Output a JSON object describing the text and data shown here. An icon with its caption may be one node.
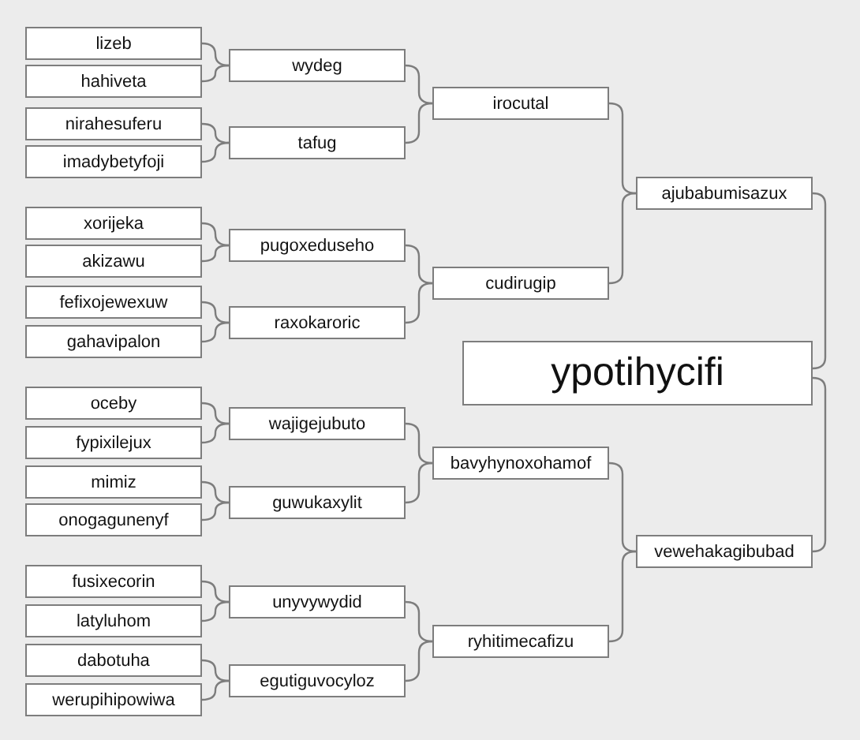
{
  "diagram": {
    "nodes": [
      {
        "text": [
          "lizeb"
        ]
      },
      {
        "text": [
          "hahiveta"
        ]
      },
      {
        "text": [
          "nirahesuferu"
        ]
      },
      {
        "text": [
          "imadybetyfoji"
        ]
      },
      {
        "text": [
          "xorijeka"
        ]
      },
      {
        "text": [
          "akizawu"
        ]
      },
      {
        "text": [
          "fefixojewexuw"
        ]
      },
      {
        "text": [
          "gahavipalon"
        ]
      },
      {
        "text": [
          "oceby"
        ]
      },
      {
        "text": [
          "fypixilejux"
        ]
      },
      {
        "text": [
          "mimiz"
        ]
      },
      {
        "text": [
          "onogagunenyf"
        ]
      },
      {
        "text": [
          "fusixecorin"
        ]
      },
      {
        "text": [
          "latyluhom"
        ]
      },
      {
        "text": [
          "dabotuha"
        ]
      },
      {
        "text": [
          "werupihipowiwa"
        ]
      },
      {
        "text": [
          "wydeg"
        ]
      },
      {
        "text": [
          "tafug"
        ]
      },
      {
        "text": [
          "pugoxeduseho"
        ]
      },
      {
        "text": [
          "raxokaroric"
        ]
      },
      {
        "text": [
          "wajigejubuto"
        ]
      },
      {
        "text": [
          "guwukaxylit"
        ]
      },
      {
        "text": [
          "unyvywydid"
        ]
      },
      {
        "text": [
          "egutiguvocyloz"
        ]
      },
      {
        "text": [
          "irocutal"
        ]
      },
      {
        "text": [
          "cudirugip"
        ]
      },
      {
        "text": [
          "bavyhynoxohamof"
        ]
      },
      {
        "text": [
          "ryhitimecafizu"
        ]
      },
      {
        "text": [
          "ajubabumisazux"
        ]
      },
      {
        "text": [
          "vewehakagibubad"
        ]
      },
      {
        "text": [
          "ypotihycifi"
        ]
      }
    ],
    "edges": [
      {
        "from": 0,
        "to": 16,
        "arrow": "none"
      },
      {
        "from": 1,
        "to": 16,
        "arrow": "none"
      },
      {
        "from": 2,
        "to": 17,
        "arrow": "none"
      },
      {
        "from": 3,
        "to": 17,
        "arrow": "none"
      },
      {
        "from": 4,
        "to": 18,
        "arrow": "none"
      },
      {
        "from": 5,
        "to": 18,
        "arrow": "none"
      },
      {
        "from": 6,
        "to": 19,
        "arrow": "none"
      },
      {
        "from": 7,
        "to": 19,
        "arrow": "none"
      },
      {
        "from": 8,
        "to": 20,
        "arrow": "none"
      },
      {
        "from": 9,
        "to": 20,
        "arrow": "none"
      },
      {
        "from": 10,
        "to": 21,
        "arrow": "none"
      },
      {
        "from": 11,
        "to": 21,
        "arrow": "none"
      },
      {
        "from": 12,
        "to": 22,
        "arrow": "none"
      },
      {
        "from": 13,
        "to": 22,
        "arrow": "none"
      },
      {
        "from": 14,
        "to": 23,
        "arrow": "none"
      },
      {
        "from": 15,
        "to": 23,
        "arrow": "none"
      },
      {
        "from": 16,
        "to": 24,
        "arrow": "none"
      },
      {
        "from": 17,
        "to": 24,
        "arrow": "none"
      },
      {
        "from": 18,
        "to": 25,
        "arrow": "none"
      },
      {
        "from": 19,
        "to": 25,
        "arrow": "none"
      },
      {
        "from": 20,
        "to": 26,
        "arrow": "none"
      },
      {
        "from": 21,
        "to": 26,
        "arrow": "none"
      },
      {
        "from": 22,
        "to": 27,
        "arrow": "none"
      },
      {
        "from": 23,
        "to": 27,
        "arrow": "none"
      },
      {
        "from": 24,
        "to": 28,
        "arrow": "none"
      },
      {
        "from": 25,
        "to": 28,
        "arrow": "none"
      },
      {
        "from": 26,
        "to": 29,
        "arrow": "none"
      },
      {
        "from": 27,
        "to": 29,
        "arrow": "none"
      },
      {
        "from": 28,
        "to": 30,
        "arrow": "none"
      },
      {
        "from": 29,
        "to": 30,
        "arrow": "none"
      }
    ]
  }
}
